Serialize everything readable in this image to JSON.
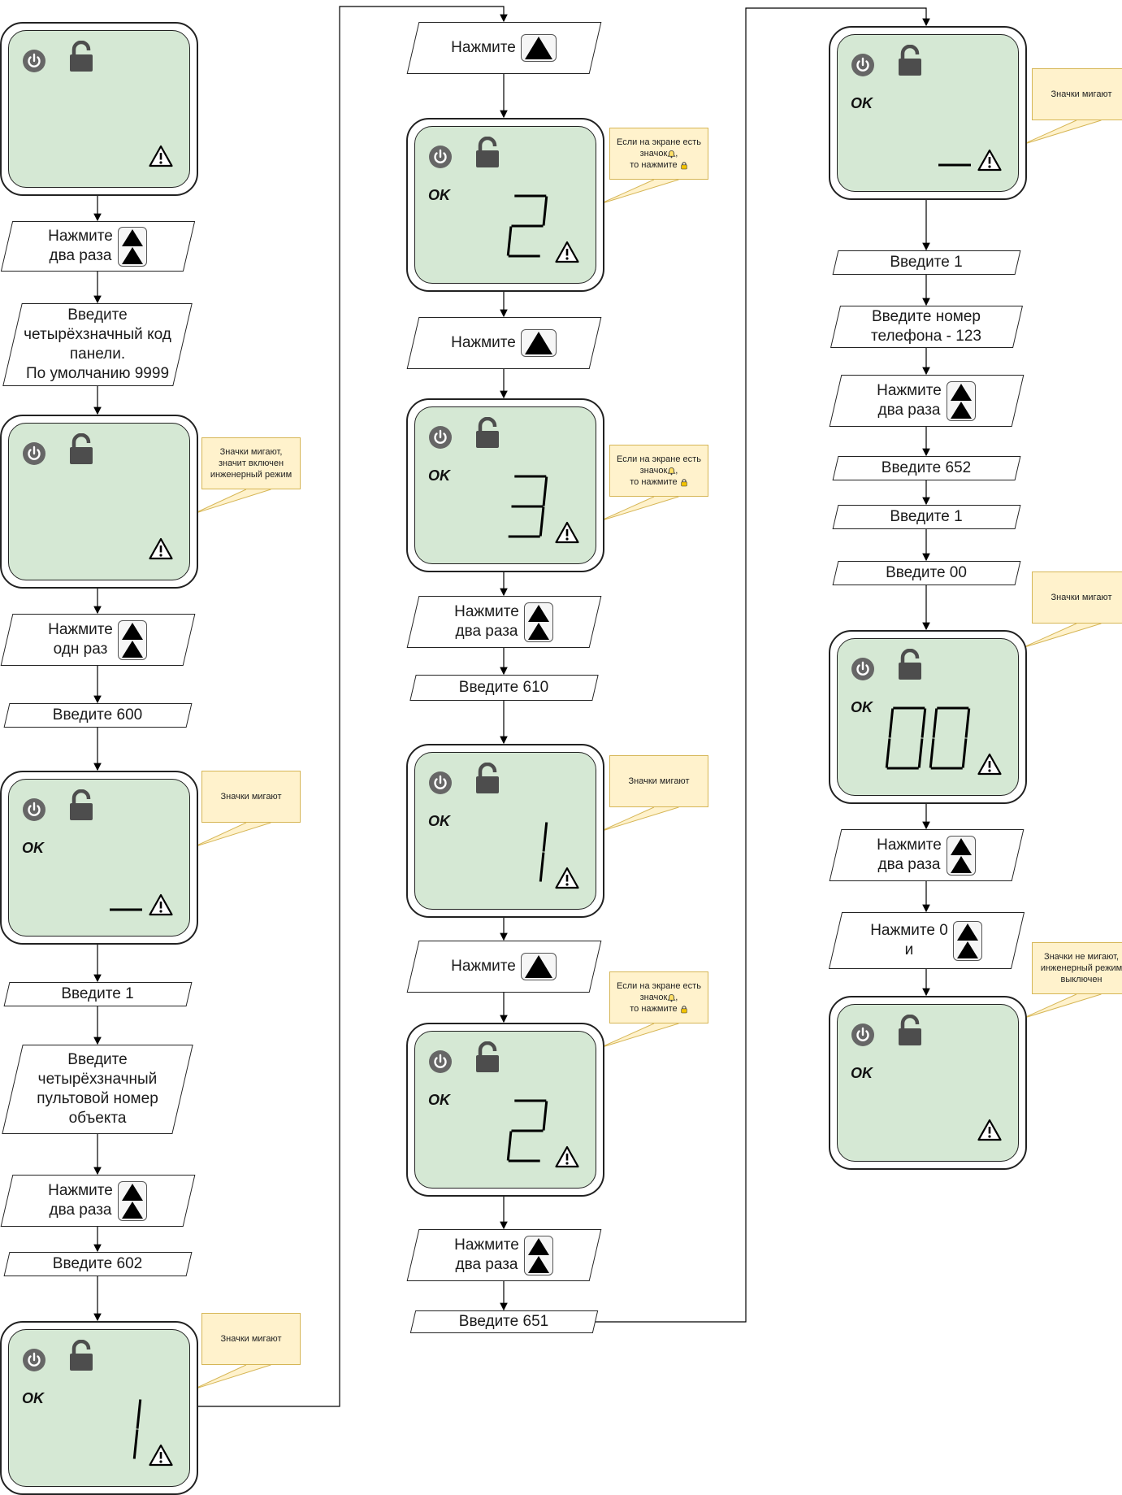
{
  "labels": {
    "press": "Нажмите",
    "press_twice": "Нажмите\nдва раза",
    "press_once": "Нажмите\nодн раз",
    "enter_code": "Введите\nчетырёхзначный код\nпанели.\nПо умолчанию 9999",
    "enter_600": "Введите 600",
    "enter_1": "Введите 1",
    "enter_account": "Введите\nчетырёхзначный\nпультовой номер\nобъекта",
    "enter_602": "Введите 602",
    "enter_610": "Введите 610",
    "enter_651": "Введите 651",
    "enter_phone": "Введите номер\nтелефона - 123",
    "enter_652": "Введите 652",
    "enter_00": "Введите 00",
    "press_0_and": "Нажмите 0\nи",
    "ok": "OK"
  },
  "notes": {
    "blink_eng": "Значки мигают,\nзначит включен\nинженерный режим",
    "blink": "Значки мигают",
    "bell_before": "Если на экране есть\nзначок",
    "bell_after": "то нажмите",
    "no_blink": "Значки не мигают,\nинженерный режим\nвыключен"
  },
  "colors": {
    "screen": "#d5e8d4",
    "note_fill": "#fff2cc",
    "note_border": "#d6b656",
    "icon_gray": "#555555"
  },
  "icons": [
    "power-icon",
    "lock-icon",
    "warning-icon",
    "arrow-up-key-icon",
    "bell-icon",
    "padlock-small-icon"
  ],
  "steps": [
    {
      "col": 0,
      "kind": "panel",
      "ok": false,
      "digits": "",
      "note": ""
    },
    {
      "col": 0,
      "kind": "step",
      "label": "press_twice",
      "keys": 2
    },
    {
      "col": 0,
      "kind": "step",
      "label": "enter_code",
      "keys": 0
    },
    {
      "col": 0,
      "kind": "panel",
      "ok": false,
      "digits": "",
      "note": "blink_eng"
    },
    {
      "col": 0,
      "kind": "step",
      "label": "press_once",
      "keys": 2
    },
    {
      "col": 0,
      "kind": "step",
      "label": "enter_600",
      "keys": 0
    },
    {
      "col": 0,
      "kind": "panel",
      "ok": true,
      "digits": "_",
      "note": "blink"
    },
    {
      "col": 0,
      "kind": "step",
      "label": "enter_1",
      "keys": 0
    },
    {
      "col": 0,
      "kind": "step",
      "label": "enter_account",
      "keys": 0
    },
    {
      "col": 0,
      "kind": "step",
      "label": "press_twice",
      "keys": 2
    },
    {
      "col": 0,
      "kind": "step",
      "label": "enter_602",
      "keys": 0
    },
    {
      "col": 0,
      "kind": "panel",
      "ok": true,
      "digits": "1",
      "note": "blink"
    },
    {
      "col": 1,
      "kind": "step",
      "label": "press",
      "keys": 1
    },
    {
      "col": 1,
      "kind": "panel",
      "ok": true,
      "digits": "2",
      "note": "bell"
    },
    {
      "col": 1,
      "kind": "step",
      "label": "press",
      "keys": 1
    },
    {
      "col": 1,
      "kind": "panel",
      "ok": true,
      "digits": "3",
      "note": "bell"
    },
    {
      "col": 1,
      "kind": "step",
      "label": "press_twice",
      "keys": 2
    },
    {
      "col": 1,
      "kind": "step",
      "label": "enter_610",
      "keys": 0
    },
    {
      "col": 1,
      "kind": "panel",
      "ok": true,
      "digits": "1",
      "note": "blink"
    },
    {
      "col": 1,
      "kind": "step",
      "label": "press",
      "keys": 1
    },
    {
      "col": 1,
      "kind": "panel",
      "ok": true,
      "digits": "2",
      "note": "bell"
    },
    {
      "col": 1,
      "kind": "step",
      "label": "press_twice",
      "keys": 2
    },
    {
      "col": 1,
      "kind": "step",
      "label": "enter_651",
      "keys": 0
    },
    {
      "col": 2,
      "kind": "panel",
      "ok": true,
      "digits": "_",
      "note": "blink"
    },
    {
      "col": 2,
      "kind": "step",
      "label": "enter_1",
      "keys": 0
    },
    {
      "col": 2,
      "kind": "step",
      "label": "enter_phone",
      "keys": 0
    },
    {
      "col": 2,
      "kind": "step",
      "label": "press_twice",
      "keys": 2
    },
    {
      "col": 2,
      "kind": "step",
      "label": "enter_652",
      "keys": 0
    },
    {
      "col": 2,
      "kind": "step",
      "label": "enter_1",
      "keys": 0
    },
    {
      "col": 2,
      "kind": "step",
      "label": "enter_00",
      "keys": 0
    },
    {
      "col": 2,
      "kind": "panel",
      "ok": true,
      "digits": "00",
      "note": "blink"
    },
    {
      "col": 2,
      "kind": "step",
      "label": "press_twice",
      "keys": 2
    },
    {
      "col": 2,
      "kind": "step",
      "label": "press_0_and",
      "keys": 2
    },
    {
      "col": 2,
      "kind": "panel",
      "ok": true,
      "digits": "",
      "note": "no_blink"
    }
  ]
}
